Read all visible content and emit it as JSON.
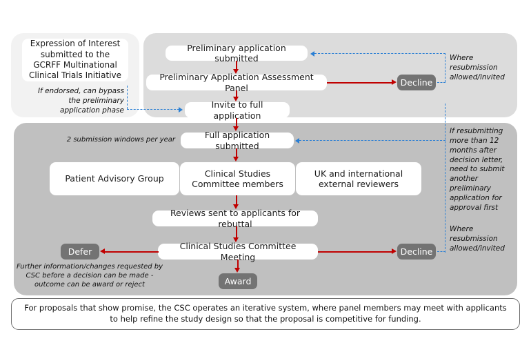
{
  "diagram": {
    "title": "GCRFF Multinational Clinical Trials Initiative application flow",
    "colors": {
      "panel_light": "#f2f2f2",
      "panel_mid": "#dcdcdc",
      "panel_dark": "#c0c0c0",
      "box_fill": "#ffffff",
      "badge_fill": "#737373",
      "arrow_red": "#c00000",
      "connector_blue": "#2a7fd4",
      "text": "#111111"
    }
  },
  "panels": {
    "eoi_panel_label": "expression-of-interest-stage",
    "preliminary_panel_label": "preliminary-application-stage",
    "full_panel_label": "full-application-stage"
  },
  "boxes": {
    "eoi": "Expression of Interest submitted to the GCRFF Multinational Clinical Trials Initiative",
    "preliminary_submitted": "Preliminary application submitted",
    "preliminary_panel": "Preliminary Application Assessment Panel",
    "invite_full": "Invite to full application",
    "full_submitted": "Full application submitted",
    "patient_advisory_group": "Patient Advisory Group",
    "csc_members": "Clinical Studies Committee members",
    "uk_international_reviewers": "UK and international external reviewers",
    "reviews_rebuttal": "Reviews sent to applicants for rebuttal",
    "csc_meeting": "Clinical Studies Committee Meeting"
  },
  "badges": {
    "decline_top": "Decline",
    "decline_bottom": "Decline",
    "defer": "Defer",
    "award": "Award"
  },
  "notes": {
    "bypass": "If endorsed, can bypass the preliminary application phase",
    "resubmission_top": "Where resubmission allowed/invited",
    "submission_windows": "2 submission windows per year",
    "resubmission_12_months": "If resubmitting more than 12 months after decision letter, need to submit another preliminary application for approval first",
    "resubmission_bottom": "Where resubmission allowed/invited",
    "defer_explanation": "Further information/changes requested by CSC before a decision can be made - outcome can be award or reject"
  },
  "caption": {
    "text": "For proposals that show promise, the CSC operates an iterative system, where panel members may meet with applicants to help refine the study design so that the proposal is competitive for funding."
  }
}
